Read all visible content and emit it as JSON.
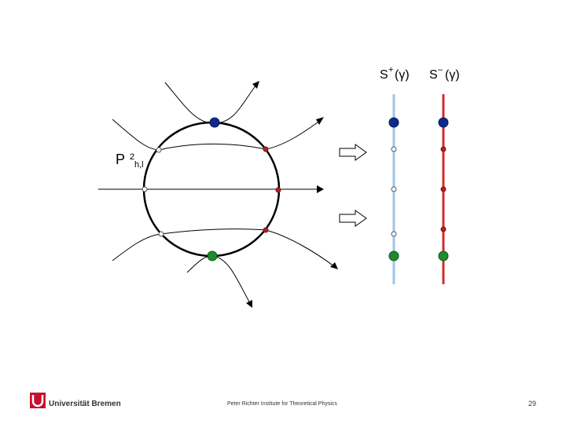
{
  "slide": {
    "left_label": {
      "main": "P",
      "superscript": "2",
      "subscript": "h,l"
    },
    "column_headers": [
      {
        "main": "S",
        "superscript": "+",
        "arg": "(γ)"
      },
      {
        "main": "S",
        "superscript": "–",
        "arg": "(γ)"
      }
    ],
    "footer": {
      "university": "Universität Bremen",
      "institute": "Peter Richter Institute for Theoretical Physics",
      "page_number": "29"
    }
  },
  "colors": {
    "blue_dot": "#102a8c",
    "green_dot": "#1f8a2e",
    "red_dot": "#b22222",
    "open_dot_fill": "#ffffff",
    "open_dot_stroke": "#555555",
    "s_plus_line": "#9ec5ea",
    "s_minus_line": "#d42b2b",
    "logo_red": "#c8102e"
  },
  "icons": {
    "arrows": "right-hollow-arrow-icon",
    "logo": "university-bremen-logo-icon"
  }
}
